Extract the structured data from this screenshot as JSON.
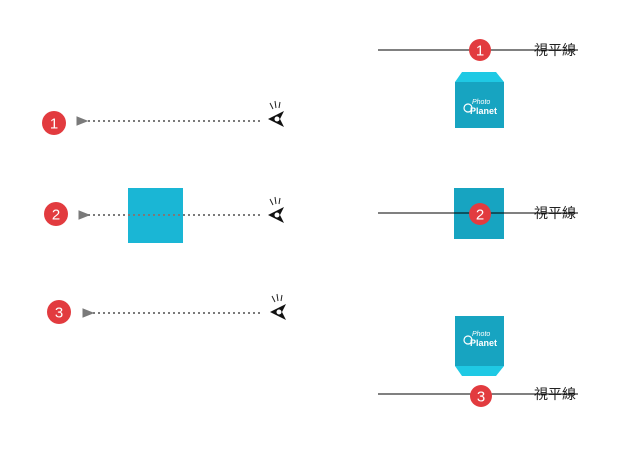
{
  "colors": {
    "badge": "#e23b3f",
    "box_side": "#1fc9e4",
    "box_front": "#17a4c1",
    "plain_box": "#1ab6d5",
    "line": "#000000",
    "arrow": "#7a7a7a"
  },
  "icons": {
    "eye": "eye-icon",
    "logo": "photo-planet-logo"
  },
  "left": {
    "rows": [
      {
        "badge": "1"
      },
      {
        "badge": "2"
      },
      {
        "badge": "3"
      }
    ]
  },
  "right": {
    "horizon_label": "視平線",
    "rows": [
      {
        "badge": "1"
      },
      {
        "badge": "2"
      },
      {
        "badge": "3"
      }
    ],
    "logo_line1": "Photo",
    "logo_line2": "Planet"
  }
}
